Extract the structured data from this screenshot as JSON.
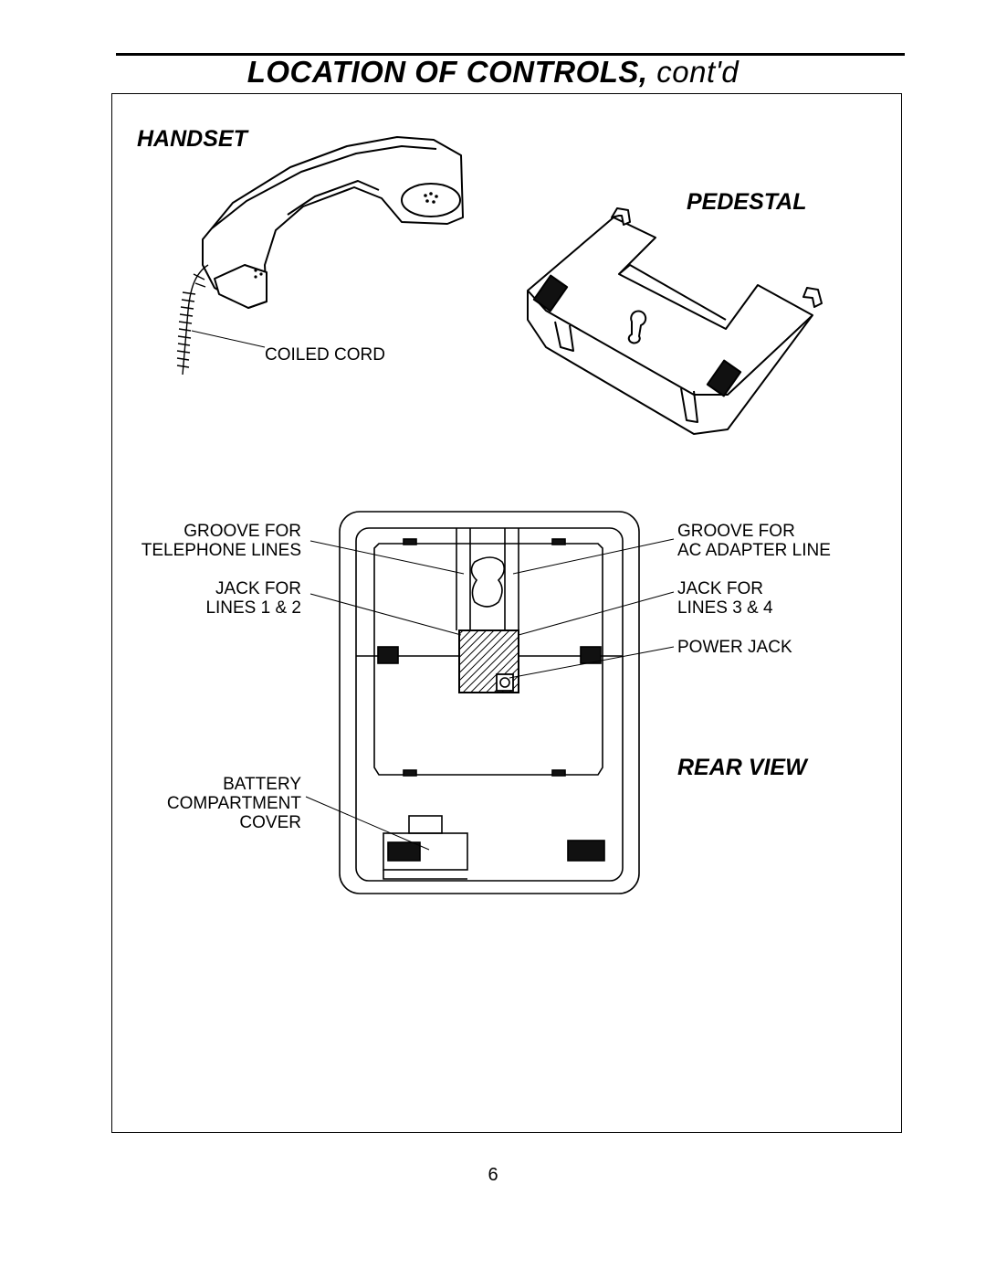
{
  "header": {
    "title_main": "LOCATION OF CONTROLS,",
    "title_suffix": "cont'd"
  },
  "handset": {
    "label": "HANDSET",
    "coiled_cord": "COILED CORD"
  },
  "pedestal": {
    "label": "PEDESTAL"
  },
  "rear_view": {
    "label": "REAR VIEW",
    "left_callouts": {
      "groove_telephone": [
        "GROOVE FOR",
        "TELEPHONE LINES"
      ],
      "jack_lines_1_2": [
        "JACK FOR",
        "LINES 1 & 2"
      ],
      "battery_cover": [
        "BATTERY",
        "COMPARTMENT",
        "COVER"
      ]
    },
    "right_callouts": {
      "groove_ac": [
        "GROOVE FOR",
        "AC ADAPTER LINE"
      ],
      "jack_lines_3_4": [
        "JACK FOR",
        "LINES 3 & 4"
      ],
      "power_jack": "POWER JACK"
    }
  },
  "footer": {
    "page_number": "6"
  }
}
